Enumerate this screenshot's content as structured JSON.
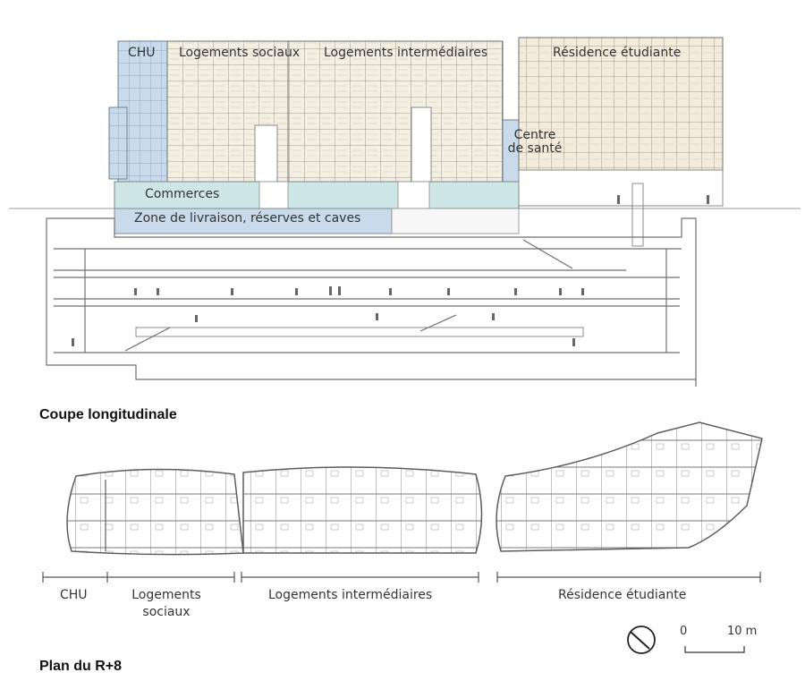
{
  "section": {
    "title": "Coupe longitudinale",
    "labels": {
      "chu": "CHU",
      "logements_sociaux": "Logements sociaux",
      "logements_intermediaires": "Logements intermédiaires",
      "residence_etudiante": "Résidence étudiante",
      "centre_sante_1": "Centre",
      "centre_sante_2": "de santé",
      "commerces": "Commerces",
      "zone_livraison": "Zone de livraison, réserves et caves"
    }
  },
  "plan": {
    "title": "Plan du R+8",
    "zones": {
      "chu": "CHU",
      "logements_sociaux_1": "Logements",
      "logements_sociaux_2": "sociaux",
      "logements_intermediaires": "Logements intermédiaires",
      "residence_etudiante": "Résidence étudiante"
    },
    "scale": {
      "start": "0",
      "end": "10 m"
    }
  },
  "colors": {
    "line": "#6f6f6f",
    "facade_fill": "#f4efe3",
    "blue_fill": "#c9dbea",
    "teal_fill": "#cfe6e6"
  },
  "icons": {
    "north_arrow": "north-arrow-icon"
  }
}
